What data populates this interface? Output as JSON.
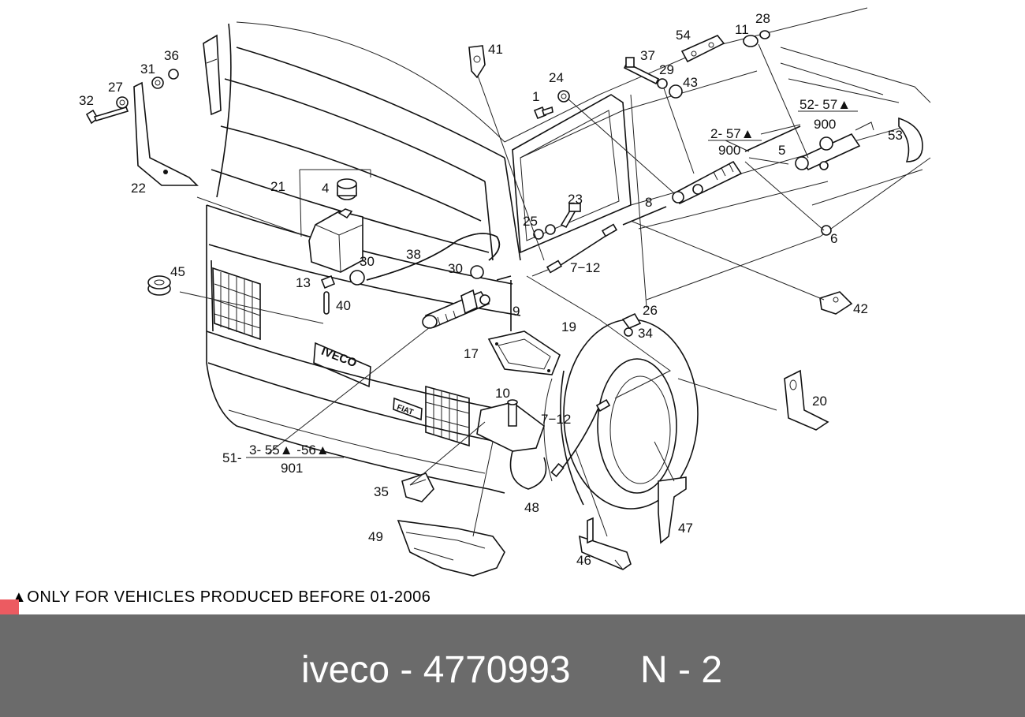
{
  "diagram": {
    "callouts": {
      "c1": "1",
      "c4": "4",
      "c5": "5",
      "c6": "6",
      "c8": "8",
      "c9": "9",
      "c10": "10",
      "c11": "11",
      "c13": "13",
      "c17": "17",
      "c19": "19",
      "c20": "20",
      "c21": "21",
      "c22": "22",
      "c23": "23",
      "c24": "24",
      "c25": "25",
      "c26": "26",
      "c27": "27",
      "c28": "28",
      "c29": "29",
      "c30a": "30",
      "c30b": "30",
      "c31": "31",
      "c32": "32",
      "c34": "34",
      "c35": "35",
      "c36": "36",
      "c37": "37",
      "c38": "38",
      "c40": "40",
      "c41": "41",
      "c42": "42",
      "c43": "43",
      "c45": "45",
      "c46": "46",
      "c47": "47",
      "c48": "48",
      "c49": "49",
      "c53": "53",
      "c54": "54",
      "c7_12a": "7−12",
      "c7_12b": "7−12"
    },
    "groups": {
      "g52_57": {
        "top": "52- 57▲",
        "bottom": "900"
      },
      "g2_57": {
        "top": "2- 57▲",
        "bottom": "900"
      },
      "g51": {
        "prefix": "51-",
        "top": "3- 55▲ -56▲",
        "bottom": "901"
      }
    },
    "grille_badge": "IVECO",
    "panel_badge": "FIAT"
  },
  "footnote": "▲ONLY FOR VEHICLES PRODUCED BEFORE 01-2006",
  "banner": {
    "brand_part": "iveco - 4770993",
    "page": "N - 2"
  },
  "colors": {
    "banner_bg": "#6b6b6b",
    "banner_text": "#ffffff",
    "marker": "#ec5b61"
  }
}
